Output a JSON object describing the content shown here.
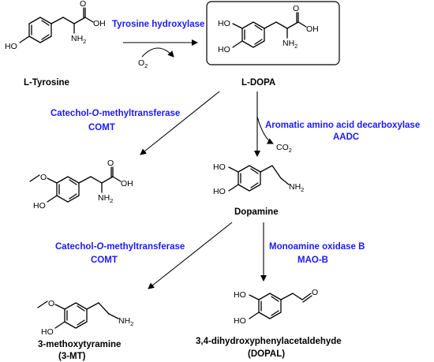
{
  "compounds": {
    "tyrosine": {
      "name": "L-Tyrosine"
    },
    "ldopa": {
      "name": "L-DOPA"
    },
    "dopamine": {
      "name": "Dopamine"
    },
    "methoxytyramine": {
      "name": "3-methoxytyramine",
      "abbr": "(3-MT)"
    },
    "dopal": {
      "name": "3,4-dihydroxyphenylacetaldehyde",
      "abbr": "(DOPAL)"
    }
  },
  "atoms": {
    "o": "O",
    "oh": "OH",
    "ho": "HO",
    "nh2": "NH",
    "nh2_sub": "2",
    "o2": "O",
    "o2_sub": "2",
    "co2": "CO",
    "co2_sub": "2"
  },
  "enzymes": {
    "tyrosine_hydroxylase": "Tyrosine hydroxylase",
    "comt1_line1_a": "Catechol-",
    "comt1_line1_b": "O",
    "comt1_line1_c": "-methyltransferase",
    "comt1_line2": "COMT",
    "aadc_line1": "Aromatic amino acid decarboxylase",
    "aadc_line2": "AADC",
    "comt2_line1_a": "Catechol-",
    "comt2_line1_b": "O",
    "comt2_line1_c": "-methyltransferase",
    "comt2_line2": "COMT",
    "maob_line1": "Monoamine oxidase B",
    "maob_line2": "MAO-B"
  },
  "colors": {
    "enzyme_text": "#1a1aff",
    "structure": "#000000"
  }
}
